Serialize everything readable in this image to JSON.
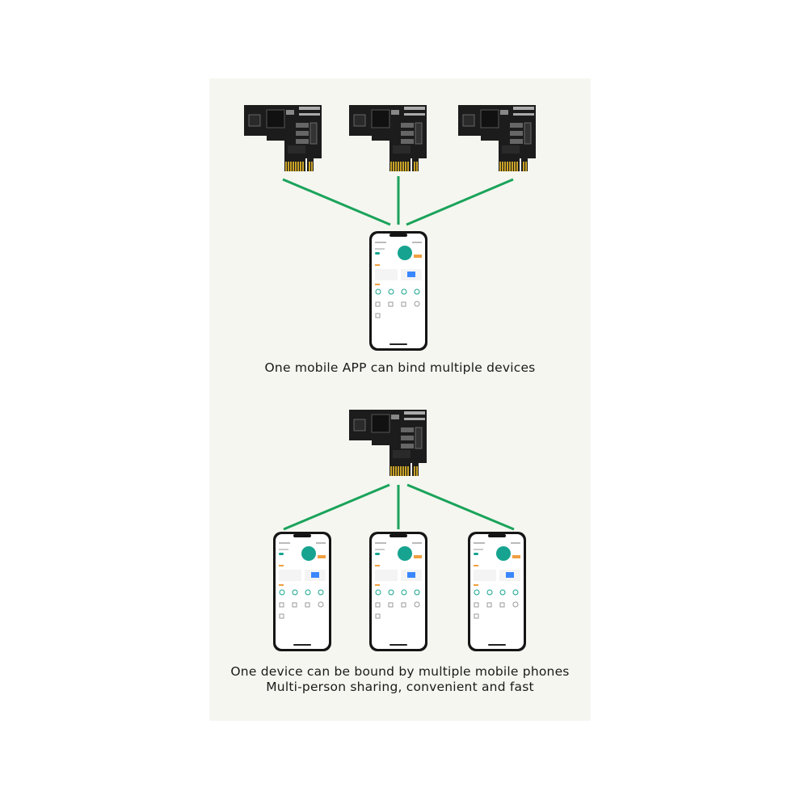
{
  "caption_top": "One mobile APP can bind multiple devices",
  "caption_bottom_line1": "One device can be bound by multiple mobile phones",
  "caption_bottom_line2": "Multi-person sharing, convenient and fast",
  "colors": {
    "panel_background": "#f5f6f0",
    "connector_line": "#1aa35a",
    "board": "#1c1c1c",
    "gold_fingers": "#c9a227",
    "app_teal": "#16a38f",
    "app_orange": "#f0a040"
  },
  "icons": [
    "pcb-board-icon",
    "smartphone-icon"
  ]
}
